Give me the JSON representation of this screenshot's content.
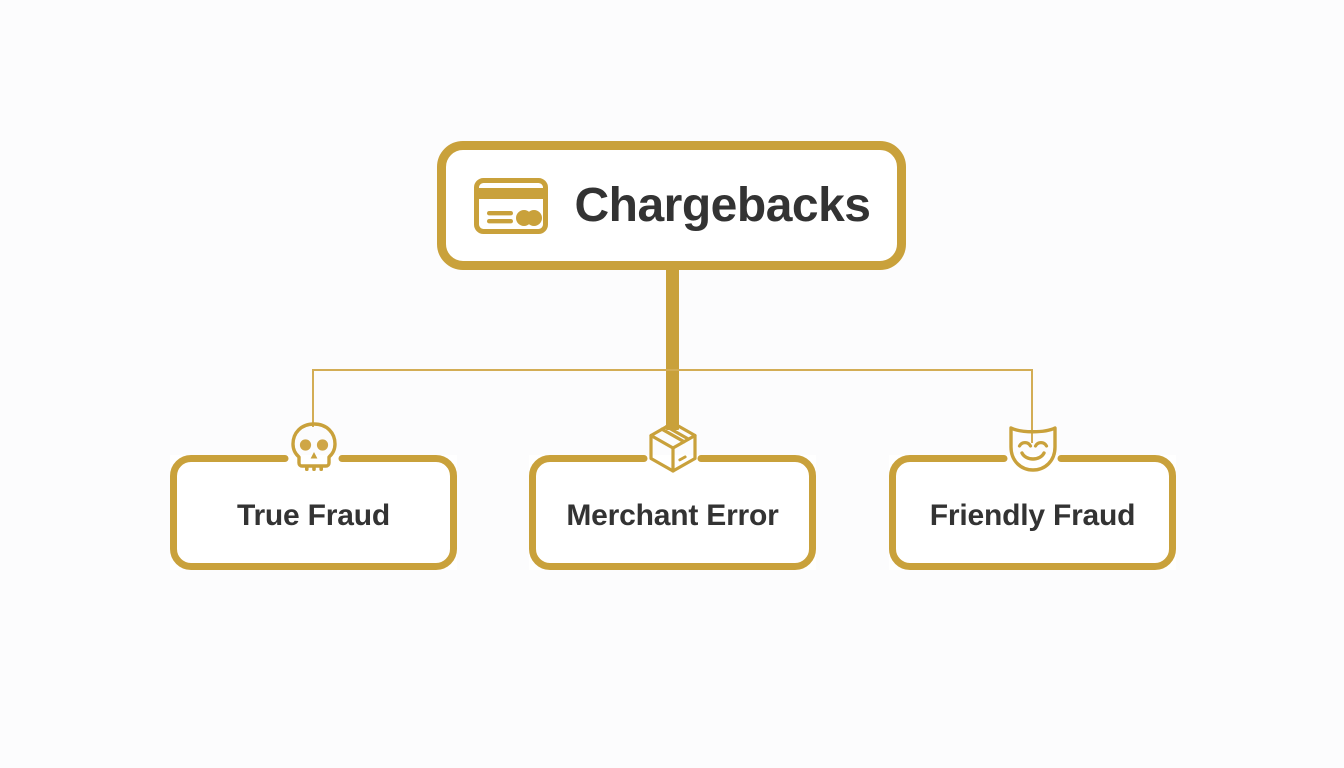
{
  "theme": {
    "background": "#fcfcfd",
    "accent_gold": "#c9a13b",
    "connector_light": "#d3ad55",
    "text_dark": "#333333",
    "node_fill": "#ffffff"
  },
  "diagram": {
    "type": "hierarchy-tree",
    "root": {
      "label": "Chargebacks",
      "icon": "credit-card-icon"
    },
    "children": [
      {
        "label": "True Fraud",
        "icon": "skull-icon"
      },
      {
        "label": "Merchant Error",
        "icon": "package-box-icon"
      },
      {
        "label": "Friendly Fraud",
        "icon": "theater-mask-icon"
      }
    ]
  }
}
